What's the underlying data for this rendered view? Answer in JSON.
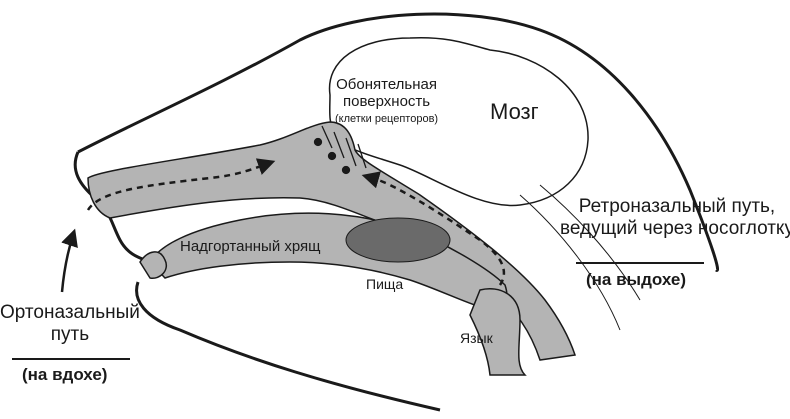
{
  "labels": {
    "olfactory_line1": "Обонятельная",
    "olfactory_line2": "поверхность",
    "olfactory_sub": "(клетки рецепторов)",
    "brain": "Мозг",
    "retronasal_line1": "Ретроназальный путь,",
    "retronasal_line2": "ведущий через носоглотку",
    "retronasal_phase": "(на выдохе)",
    "epiglottis": "Надгортанный хрящ",
    "food": "Пища",
    "tongue": "Язык",
    "orthonasal_line1": "Ортоназальный",
    "orthonasal_line2": "путь",
    "orthonasal_phase": "(на вдохе)"
  },
  "colors": {
    "airway_fill": "#b4b4b4",
    "food_fill": "#6a6a6a",
    "outline": "#1a1a1a",
    "background": "#ffffff"
  }
}
